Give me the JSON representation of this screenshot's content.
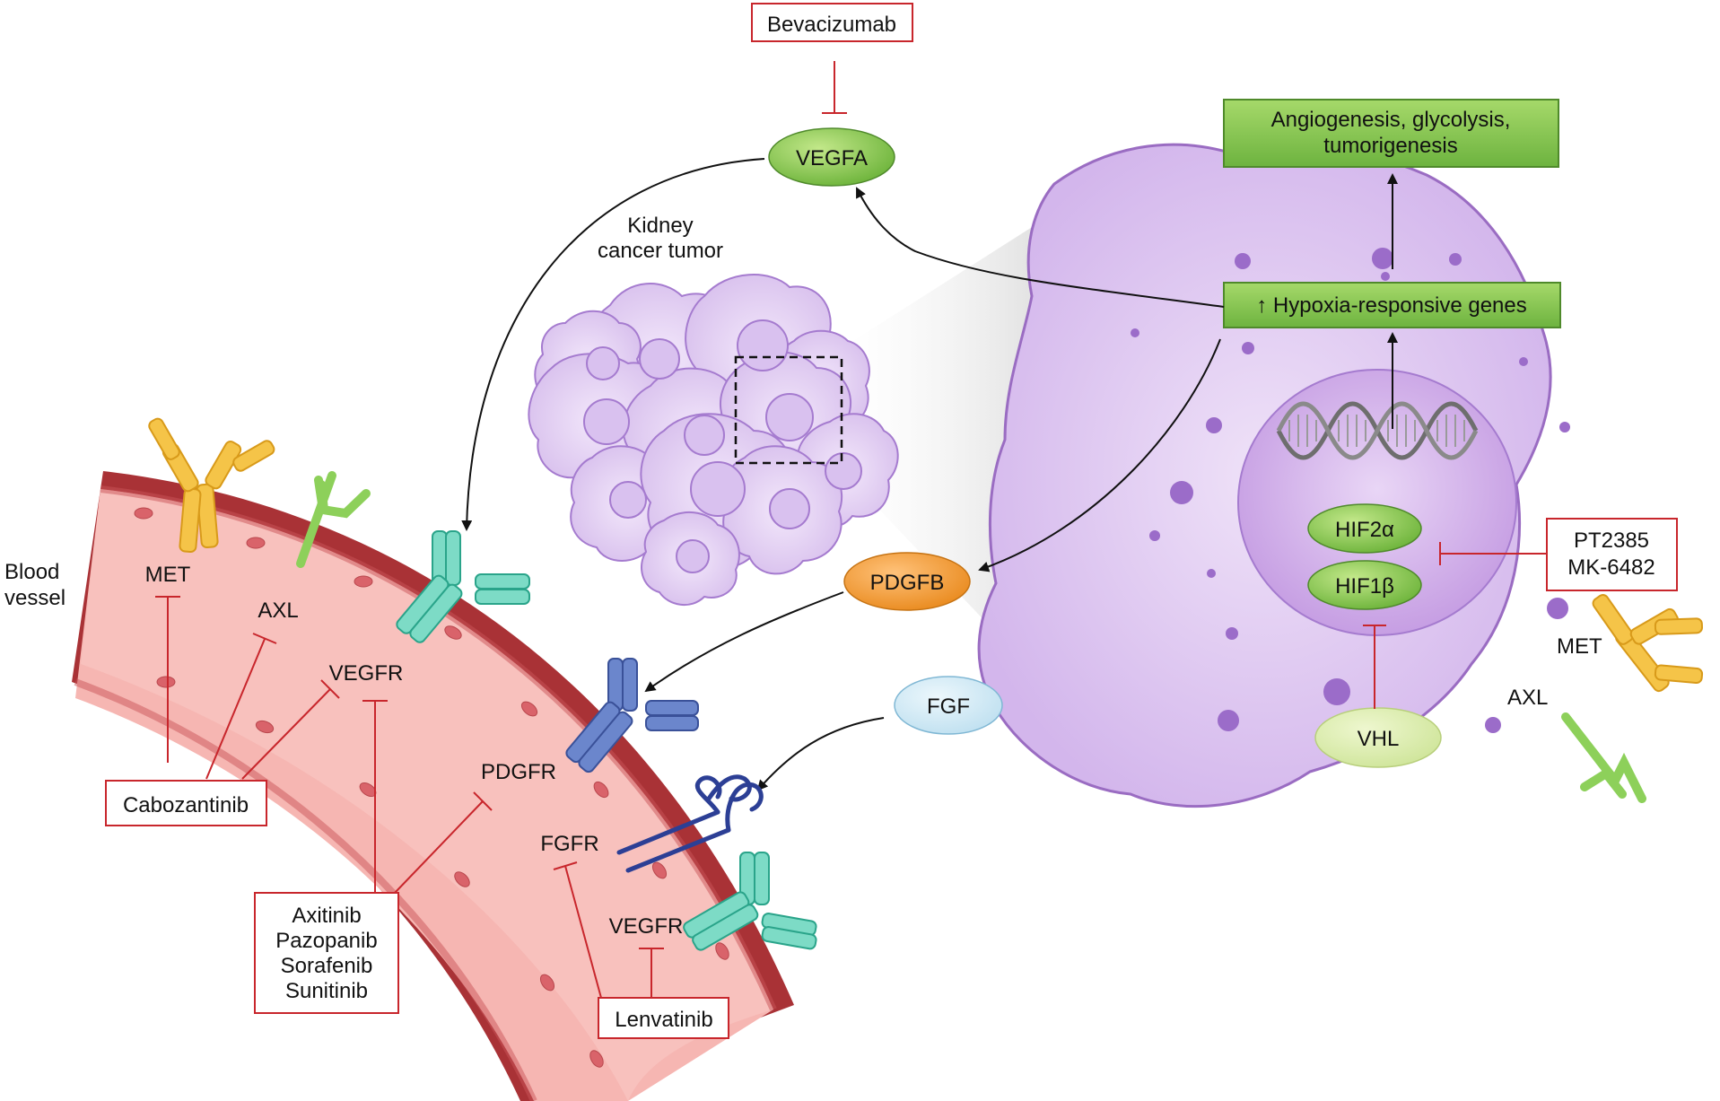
{
  "colors": {
    "inhibition": "#c8262c",
    "green_box": "#7cc142",
    "cell_purple": "#d9c2ee",
    "nucleus_purple": "#c9a4e4",
    "vessel_outer": "#a93236",
    "vessel_inner": "#f7b9b5",
    "pdgfb_orange": "#f29a2e",
    "fgf_blue": "#cfe8f5",
    "vhl_green": "#d8eba6"
  },
  "labels": {
    "bevacizumab": "Bevacizumab",
    "vegfa": "VEGFA",
    "kidney_tumor_line1": "Kidney",
    "kidney_tumor_line2": "cancer tumor",
    "outcome_line1": "Angiogenesis, glycolysis,",
    "outcome_line2": "tumorigenesis",
    "hypoxia_genes": "↑ Hypoxia-responsive genes",
    "hif2a": "HIF2α",
    "hif1b": "HIF1β",
    "pt_drugs_line1": "PT2385",
    "pt_drugs_line2": "MK-6482",
    "vhl": "VHL",
    "pdgfb": "PDGFB",
    "fgf": "FGF",
    "blood_vessel_line1": "Blood",
    "blood_vessel_line2": "vessel",
    "met_vessel": "MET",
    "axl_vessel": "AXL",
    "vegfr_upper": "VEGFR",
    "pdgfr": "PDGFR",
    "fgfr": "FGFR",
    "vegfr_lower": "VEGFR",
    "met_cell": "MET",
    "axl_cell": "AXL",
    "cabozantinib": "Cabozantinib",
    "tki_1": "Axitinib",
    "tki_2": "Pazopanib",
    "tki_3": "Sorafenib",
    "tki_4": "Sunitinib",
    "lenvatinib": "Lenvatinib"
  },
  "icons": {
    "dna": "dna-double-helix-icon",
    "met_receptor": "y-shaped-receptor-icon",
    "axl_receptor": "axl-receptor-icon",
    "vegfr_receptor": "dimer-receptor-icon",
    "fgfr_receptor": "looped-receptor-icon"
  }
}
